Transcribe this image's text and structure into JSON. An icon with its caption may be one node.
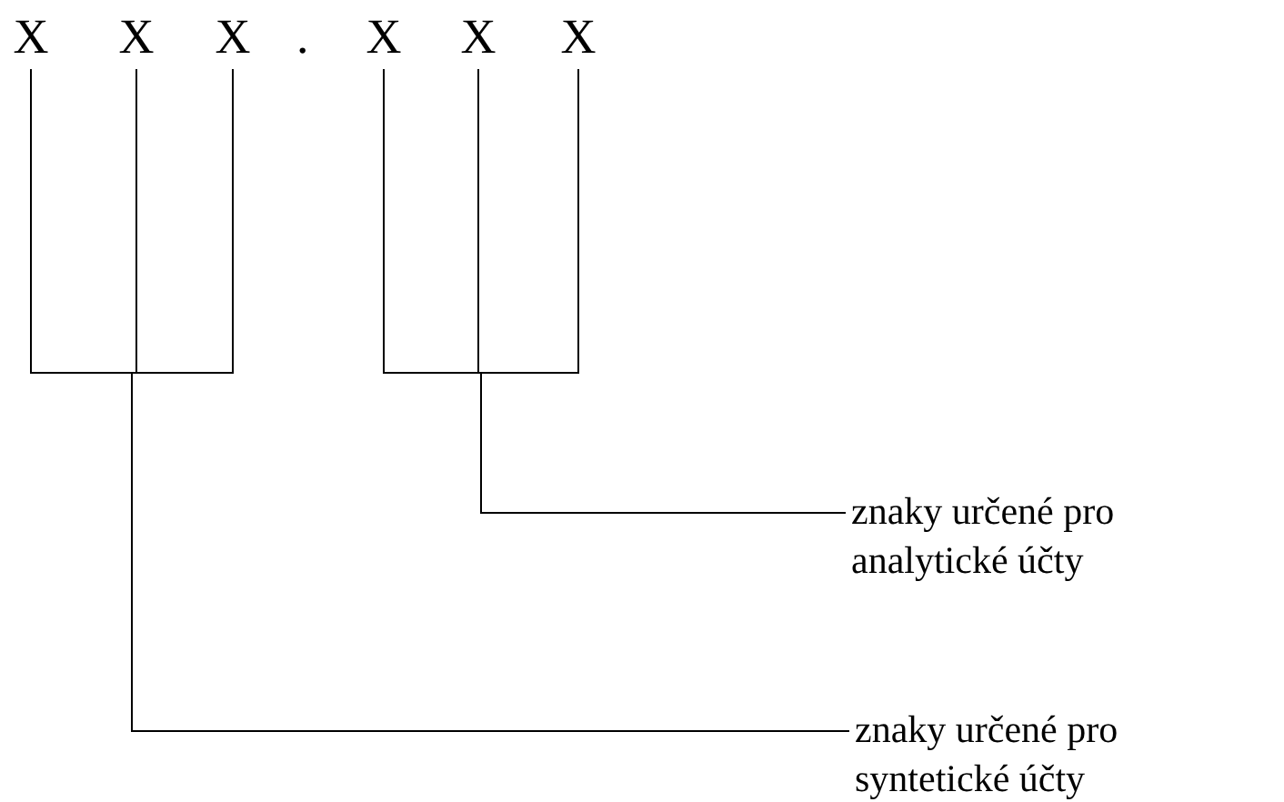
{
  "diagram": {
    "nodes": [
      {
        "text": [
          "X"
        ]
      },
      {
        "text": [
          "X"
        ]
      },
      {
        "text": [
          "X"
        ]
      },
      {
        "text": [
          "X"
        ]
      },
      {
        "text": [
          "X"
        ]
      },
      {
        "text": [
          "X"
        ]
      },
      {
        "text": [
          "znaky určené pro analytické účty"
        ]
      },
      {
        "text": [
          "znaky určené pro syntetické účty"
        ]
      }
    ],
    "edges": [
      {
        "from": 3,
        "to": 6,
        "arrow": "none"
      },
      {
        "from": 4,
        "to": 6,
        "arrow": "none"
      },
      {
        "from": 5,
        "to": 6,
        "arrow": "none"
      },
      {
        "from": 0,
        "to": 7,
        "arrow": "none"
      },
      {
        "from": 1,
        "to": 7,
        "arrow": "none"
      },
      {
        "from": 2,
        "to": 7,
        "arrow": "none"
      }
    ],
    "labels": [
      "."
    ]
  }
}
